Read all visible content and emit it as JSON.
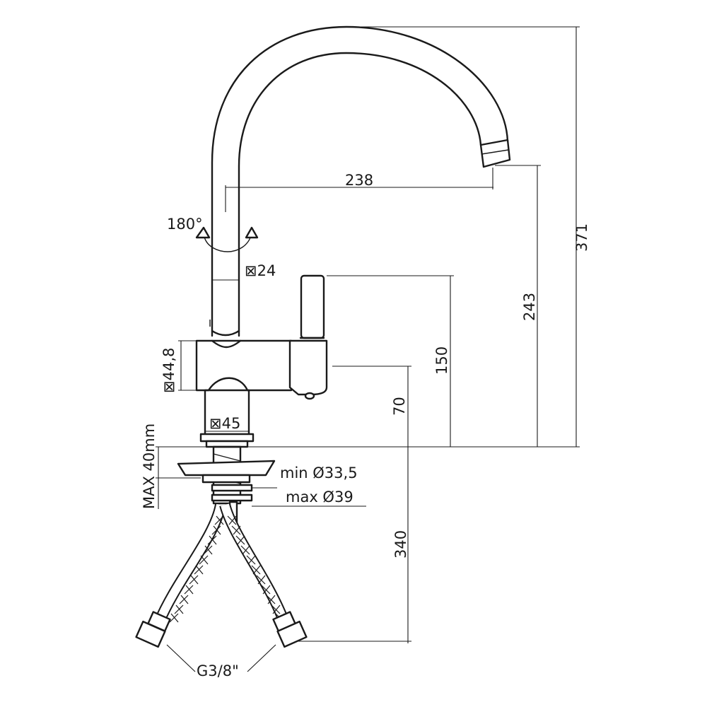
{
  "dimensions": {
    "spout_reach": "238",
    "total_height": "371",
    "spout_height": "243",
    "handle_height": "150",
    "body_height": "70",
    "hose_length": "340",
    "rotation": "180°",
    "spout_square": "⊠24",
    "body_square": "⊠44,8",
    "base_square": "⊠45",
    "max_deck": "MAX 40mm",
    "min_hole": "min Ø33,5",
    "max_hole": "max Ø39",
    "connection": "G3/8\""
  },
  "colors": {
    "line": "#1a1a1a",
    "background": "#ffffff"
  }
}
